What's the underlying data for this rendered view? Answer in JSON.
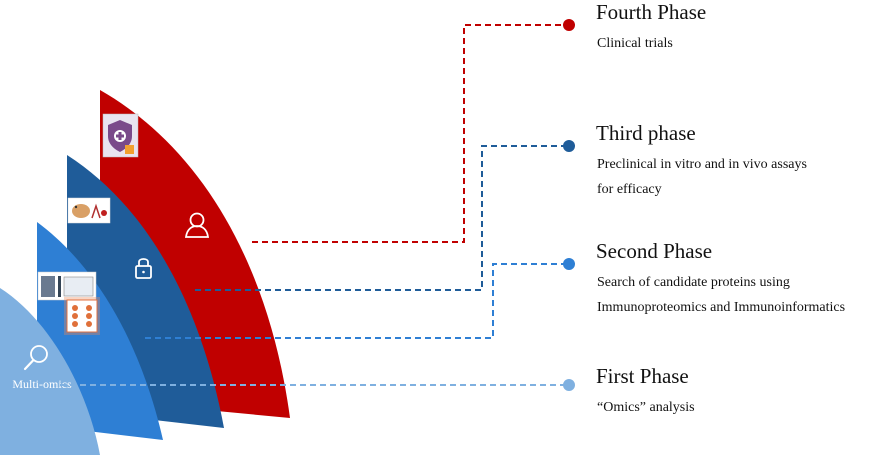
{
  "colors": {
    "fourth": "#c00000",
    "third": "#1f5c99",
    "second": "#2e7fd4",
    "first": "#7fb0e0"
  },
  "icons": {
    "fourth_wedge": "user-icon",
    "third_wedge": "lock-icon",
    "first_wedge": "magnifier-icon"
  },
  "wedges": {
    "first_label": "Multi-omics"
  },
  "phases": [
    {
      "key": "fourth",
      "title": "Fourth Phase",
      "desc": [
        "Clinical trials"
      ]
    },
    {
      "key": "third",
      "title": "Third phase",
      "desc": [
        "Preclinical in vitro and in vivo assays",
        "for efficacy"
      ]
    },
    {
      "key": "second",
      "title": "Second Phase",
      "desc": [
        "Search of candidate proteins using",
        "Immunoproteomics and Immunoinformatics"
      ]
    },
    {
      "key": "first",
      "title": "First Phase",
      "desc": [
        "“Omics” analysis"
      ]
    }
  ]
}
